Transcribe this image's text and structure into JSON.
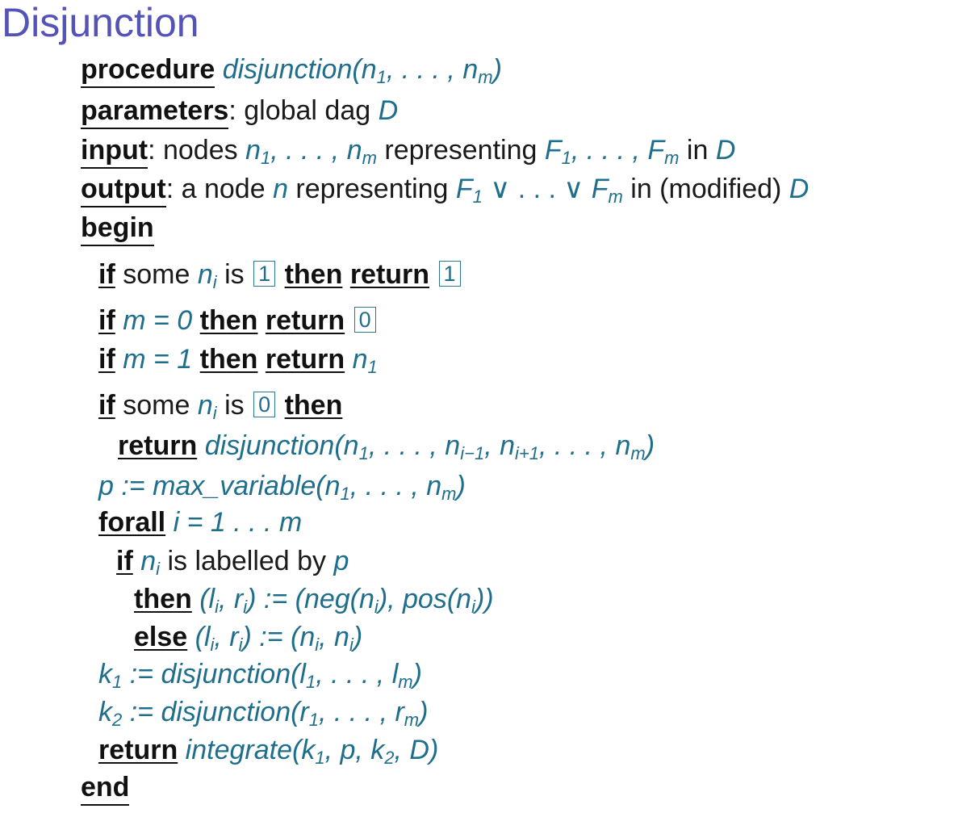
{
  "title": "Disjunction",
  "procedure": {
    "kw": "procedure",
    "name": "disjunction",
    "sig_open": "(n",
    "sig_sub1": "1",
    "sig_mid": ", . . . , n",
    "sig_subm": "m",
    "sig_close": ")"
  },
  "parameters": {
    "kw": "parameters",
    "text": ": global dag ",
    "var": "D"
  },
  "input": {
    "kw": "input",
    "t1": ": nodes ",
    "n": "n",
    "sub1": "1",
    "dots": ", . . . , ",
    "subm": "m",
    "t2": " representing ",
    "F": "F",
    "t3": " in ",
    "D": "D"
  },
  "output": {
    "kw": "output",
    "t1": ": a node ",
    "n": "n",
    "t2": " representing ",
    "F": "F",
    "sub1": "1",
    "or": " ∨ . . . ∨ ",
    "subm": "m",
    "t3": " in (modified) ",
    "D": "D"
  },
  "begin": "begin",
  "end": "end",
  "kw": {
    "if": "if",
    "then": "then",
    "return": "return",
    "forall": "forall",
    "else": "else",
    "is": " is ",
    "some": " some "
  },
  "box1": "1",
  "box0": "0",
  "code": {
    "ni": "n",
    "i": "i",
    "m_eq_0": " m = 0 ",
    "m_eq_1": " m = 1 ",
    "n1": "n",
    "one": "1",
    "disj_call": "disjunction(n",
    "disj_mid": ", . . . , n",
    "im1": "i−1",
    "ip1": "i+1",
    "comma_n": ", n",
    "close": ")",
    "p_assign": "p   :=  max_variable(n",
    "p_close": ")",
    "forall_rest": " i = 1 . . . m",
    "labelled": " is labelled by ",
    "p": "p",
    "then_assign_1": " (l",
    "then_assign_2": ", r",
    "then_assign_3": ")   :=  (neg(n",
    "then_assign_4": "), pos(n",
    "then_assign_5": "))",
    "else_assign_3": ")   :=   (n",
    "else_assign_4": ", n",
    "else_assign_5": ")",
    "k": "k",
    "two": "2",
    "k1_rest": "   :=  disjunction(l",
    "k1_mid": ", . . . , l",
    "k2_rest": "   :=  disjunction(r",
    "k2_mid": ", . . . , r",
    "integrate": " integrate(k",
    "int_mid1": ", p, k",
    "int_end": ", D)"
  }
}
